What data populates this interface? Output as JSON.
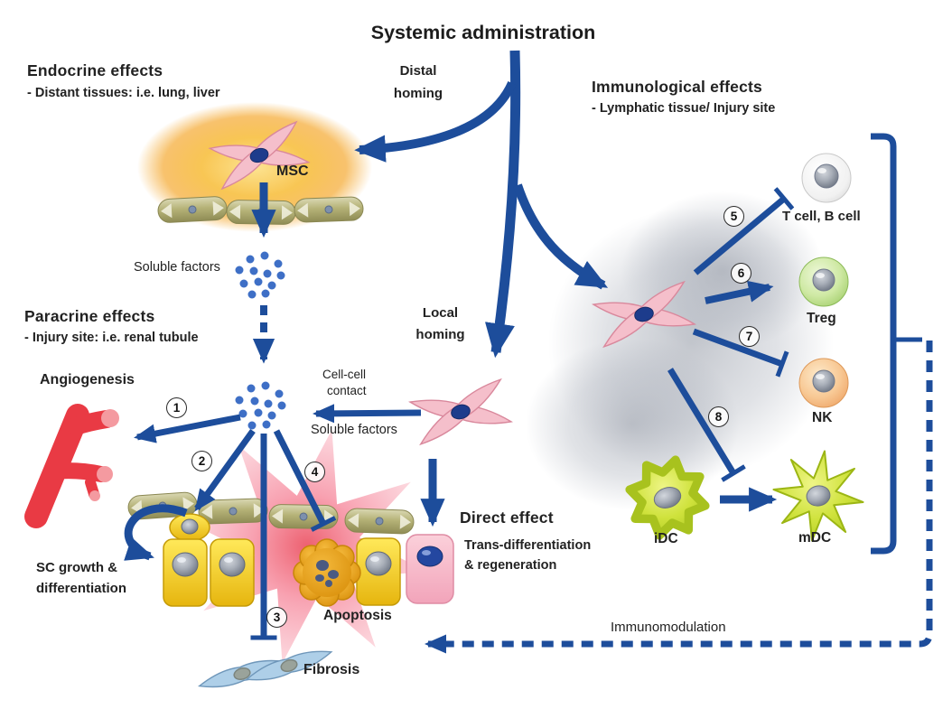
{
  "title": "Systemic administration",
  "sections": {
    "endocrine": {
      "heading": "Endocrine effects",
      "sub": "- Distant tissues: i.e. lung, liver"
    },
    "paracrine": {
      "heading": "Paracrine effects",
      "sub": "- Injury site: i.e. renal tubule"
    },
    "immunological": {
      "heading": "Immunological effects",
      "sub": "- Lymphatic tissue/ Injury site"
    },
    "direct": {
      "heading": "Direct effect",
      "sub_line1": "Trans-differentiation",
      "sub_line2": "& regeneration"
    }
  },
  "labels": {
    "distal_homing": [
      "Distal",
      "homing"
    ],
    "local_homing": [
      "Local",
      "homing"
    ],
    "msc": "MSC",
    "soluble_factors_endocrine": "Soluble factors",
    "cell_cell_contact": [
      "Cell-cell",
      "contact"
    ],
    "soluble_factors_local": "Soluble factors",
    "angiogenesis": "Angiogenesis",
    "sc_growth": [
      "SC growth &",
      "differentiation"
    ],
    "apoptosis": "Apoptosis",
    "fibrosis": "Fibrosis",
    "immunomodulation": "Immunomodulation"
  },
  "immune_cells": {
    "t_b_cell": "T cell, B cell",
    "treg": "Treg",
    "nk": "NK",
    "idc": "iDC",
    "mdc": "mDC"
  },
  "steps": [
    "1",
    "2",
    "3",
    "4",
    "5",
    "6",
    "7",
    "8"
  ],
  "colors": {
    "arrow_blue": "#1d4d9b",
    "dot_blue": "#3e6fc6",
    "vessel_red": "#e93a44",
    "glow_orange": "#f6b93a",
    "injury_pink": "#f58ca0",
    "tubule_olive": "#b5b277",
    "stem_cell_yellow": "#f2c61a",
    "direct_cell_pink": "#f5b4c6",
    "treg_green": "#b7dd85",
    "nk_orange": "#f3b078",
    "dc_yellow_green": "#c6dc32",
    "fibroblast_blue": "#aecfe8",
    "msc_pink": "#f5bfcb"
  }
}
